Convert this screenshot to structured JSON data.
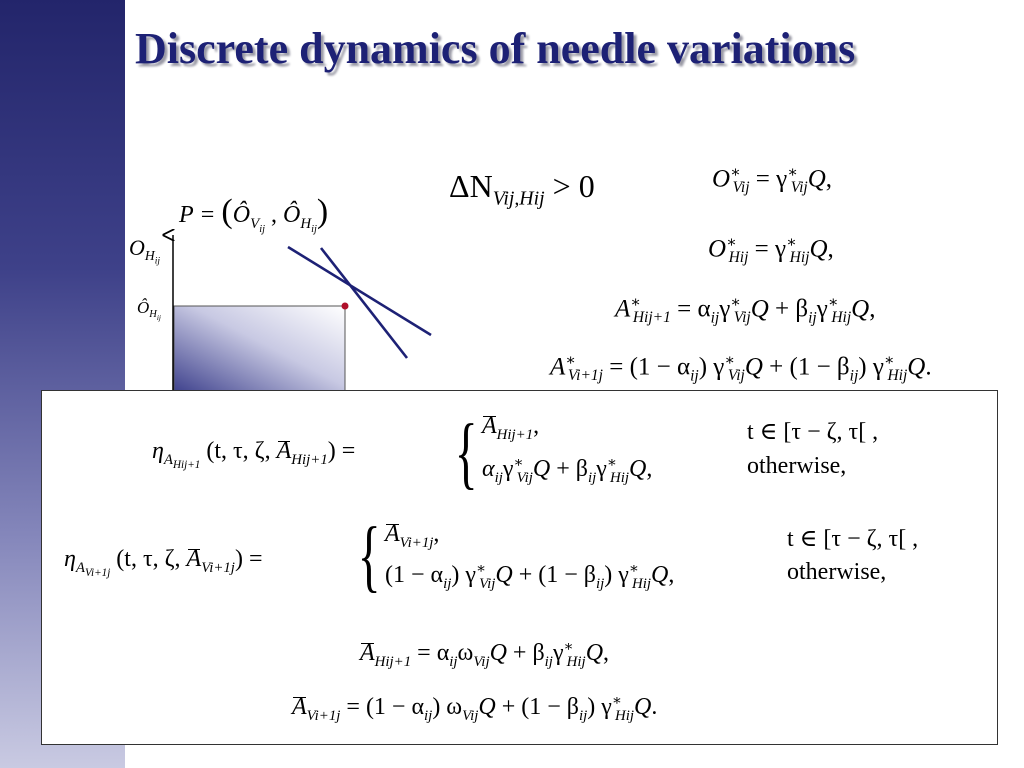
{
  "slide": {
    "title": "Discrete dynamics of needle variations"
  },
  "diagram": {
    "y_axis_label": "O",
    "y_axis_sub": "H",
    "y_axis_subsub": "ij",
    "hat_label": "Ô",
    "hat_sub": "H",
    "hat_subsub": "ij",
    "point_label_lhs": "P =",
    "point_o1": "Ô",
    "point_o1_sub": "V",
    "point_o1_subsub": "ij",
    "point_o2": "Ô",
    "point_o2_sub": "H",
    "point_o2_subsub": "ij"
  },
  "formulas": {
    "delta": "ΔN",
    "delta_sub": "Vij,Hij",
    "delta_rhs": "> 0",
    "o_v": "O",
    "o_v_sub": "Vij",
    "o_v_rhs": "= γ",
    "o_h": "O",
    "o_h_sub": "Hij",
    "o_h_rhs": "= γ",
    "a_h_lhs": "A",
    "a_h_sub": "Hij+1",
    "a_h_rhs": "= α",
    "a_v_lhs": "A",
    "a_v_sub": "Vi+1j",
    "a_v_rhs": "= (1 − α"
  },
  "box": {
    "eta_h_lhs": "η",
    "eta_h_args": "(t, τ, ζ, ",
    "eta_h_case1": "A",
    "eta_h_case1_sub": "Hij+1",
    "eta_h_cond1": "t ∈ [τ − ζ, τ[ ,",
    "eta_h_cond2": "otherwise,",
    "eta_v_cond1": "t ∈ [τ − ζ, τ[ ,",
    "eta_v_cond2": "otherwise,"
  },
  "colors": {
    "title": "#1d2175",
    "sidebar_top": "#23256b",
    "sidebar_bottom": "#c9cae2",
    "point": "#b0102a"
  }
}
